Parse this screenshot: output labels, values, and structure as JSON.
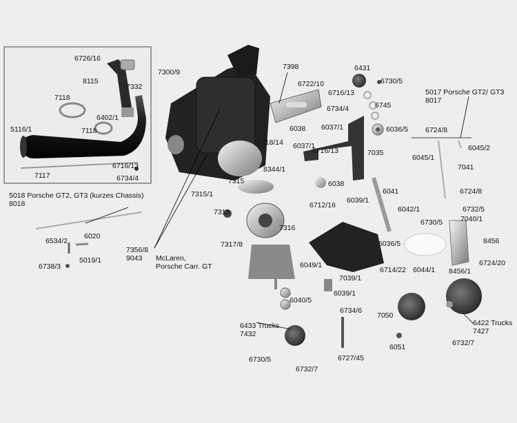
{
  "labels": [
    {
      "id": "6726_16",
      "text": "6726/16"
    },
    {
      "id": "8115",
      "text": "8115"
    },
    {
      "id": "7332",
      "text": "7332"
    },
    {
      "id": "7118a",
      "text": "7118"
    },
    {
      "id": "6402_1",
      "text": "6402/1"
    },
    {
      "id": "7118b",
      "text": "7118"
    },
    {
      "id": "5116_1",
      "text": "5116/1"
    },
    {
      "id": "6716_13a",
      "text": "6716/13"
    },
    {
      "id": "7117",
      "text": "7117"
    },
    {
      "id": "6734_4a",
      "text": "6734/4"
    },
    {
      "id": "7300_9",
      "text": "7300/9"
    },
    {
      "id": "7398",
      "text": "7398"
    },
    {
      "id": "6722_10",
      "text": "6722/10"
    },
    {
      "id": "6431",
      "text": "6431"
    },
    {
      "id": "6730_5a",
      "text": "6730/5"
    },
    {
      "id": "6716_13b",
      "text": "6716/13"
    },
    {
      "id": "6745",
      "text": "6745"
    },
    {
      "id": "6734_4b",
      "text": "6734/4"
    },
    {
      "id": "5017_title",
      "text": "5017 Porsche GT2/ GT3"
    },
    {
      "id": "8017",
      "text": "8017"
    },
    {
      "id": "6038a",
      "text": "6038"
    },
    {
      "id": "6037_1a",
      "text": "6037/1"
    },
    {
      "id": "6036_5a",
      "text": "6036/5"
    },
    {
      "id": "6724_8a",
      "text": "6724/8"
    },
    {
      "id": "6718_14",
      "text": "6718/14"
    },
    {
      "id": "6037_1b",
      "text": "6037/1"
    },
    {
      "id": "6716_13c",
      "text": "6716/13"
    },
    {
      "id": "7035",
      "text": "7035"
    },
    {
      "id": "6045_2",
      "text": "6045/2"
    },
    {
      "id": "6045_1",
      "text": "6045/1"
    },
    {
      "id": "7041",
      "text": "7041"
    },
    {
      "id": "8344_1",
      "text": "8344/1"
    },
    {
      "id": "7315",
      "text": "7315"
    },
    {
      "id": "6038b",
      "text": "6038"
    },
    {
      "id": "6041",
      "text": "6041"
    },
    {
      "id": "6724_8b",
      "text": "6724/8"
    },
    {
      "id": "7315_1",
      "text": "7315/1"
    },
    {
      "id": "6712_16",
      "text": "6712/16"
    },
    {
      "id": "6039_1a",
      "text": "6039/1"
    },
    {
      "id": "6732_5",
      "text": "6732/5"
    },
    {
      "id": "5018_title",
      "text": "5018 Porsche GT2, GT3 (kurzes Chassis)"
    },
    {
      "id": "8018",
      "text": "8018"
    },
    {
      "id": "7318",
      "text": "7318"
    },
    {
      "id": "6042_1",
      "text": "6042/1"
    },
    {
      "id": "7040_1",
      "text": "7040/1"
    },
    {
      "id": "6730_5b",
      "text": "6730/5"
    },
    {
      "id": "6020",
      "text": "6020"
    },
    {
      "id": "6534_2",
      "text": "6534/2"
    },
    {
      "id": "7316",
      "text": "7316"
    },
    {
      "id": "5019_1",
      "text": "5019/1"
    },
    {
      "id": "7317_8",
      "text": "7317/8"
    },
    {
      "id": "6036_5b",
      "text": "6036/5"
    },
    {
      "id": "8456",
      "text": "8456"
    },
    {
      "id": "7356_8",
      "text": "7356/8"
    },
    {
      "id": "9043",
      "text": "9043"
    },
    {
      "id": "mclaren",
      "text": "McLaren,"
    },
    {
      "id": "porsche",
      "text": "Porsche Carr. GT"
    },
    {
      "id": "6738_3",
      "text": "6738/3"
    },
    {
      "id": "6049_1",
      "text": "6049/1"
    },
    {
      "id": "6714_22",
      "text": "6714/22"
    },
    {
      "id": "6044_1",
      "text": "6044/1"
    },
    {
      "id": "8456_1",
      "text": "8456/1"
    },
    {
      "id": "6724_20",
      "text": "6724/20"
    },
    {
      "id": "7039_1",
      "text": "7039/1"
    },
    {
      "id": "6040_5",
      "text": "6040/5"
    },
    {
      "id": "6039_1b",
      "text": "6039/1"
    },
    {
      "id": "6734_6",
      "text": "6734/6"
    },
    {
      "id": "7050",
      "text": "7050"
    },
    {
      "id": "6422",
      "text": "6422 Trucks"
    },
    {
      "id": "7427",
      "text": "7427"
    },
    {
      "id": "6433",
      "text": "6433 Trucks"
    },
    {
      "id": "7432",
      "text": "7432"
    },
    {
      "id": "6051",
      "text": "6051"
    },
    {
      "id": "6732_7a",
      "text": "6732/7"
    },
    {
      "id": "6730_5c",
      "text": "6730/5"
    },
    {
      "id": "6727_45",
      "text": "6727/45"
    },
    {
      "id": "6732_7b",
      "text": "6732/7"
    }
  ]
}
